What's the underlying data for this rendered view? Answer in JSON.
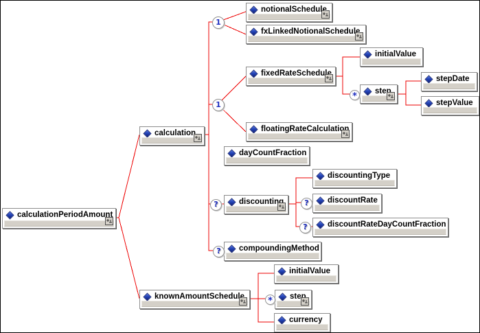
{
  "diagram_type": "xml-schema-content-model",
  "nodes": {
    "calculationPeriodAmount": "calculationPeriodAmount",
    "calculation": "calculation",
    "notionalSchedule": "notionalSchedule",
    "fxLinkedNotionalSchedule": "fxLinkedNotionalSchedule",
    "fixedRateSchedule": "fixedRateSchedule",
    "fixedInitialValue": "initialValue",
    "step": "step",
    "stepDate": "stepDate",
    "stepValue": "stepValue",
    "floatingRateCalculation": "floatingRateCalculation",
    "dayCountFraction": "dayCountFraction",
    "discounting": "discounting",
    "discountingType": "discountingType",
    "discountRate": "discountRate",
    "discountRateDayCountFraction": "discountRateDayCountFraction",
    "compoundingMethod": "compoundingMethod",
    "knownAmountSchedule": "knownAmountSchedule",
    "knownInitialValue": "initialValue",
    "knownStep": "step",
    "currency": "currency"
  },
  "badges": {
    "choiceNotional": "1",
    "choiceRate": "1",
    "optDiscounting": "?",
    "optDiscountRate": "?",
    "optDiscountRateDcf": "?",
    "optCompoundingMethod": "?",
    "repeatStep": "*",
    "repeatKnownStep": "*"
  },
  "hierarchy": {
    "calculationPeriodAmount": [
      "calculation",
      "knownAmountSchedule"
    ],
    "calculation": [
      "choice(1): notionalSchedule | fxLinkedNotionalSchedule",
      "choice(1): fixedRateSchedule | floatingRateCalculation",
      "dayCountFraction",
      "discounting (?)",
      "compoundingMethod (?)"
    ],
    "fixedRateSchedule": [
      "initialValue",
      "step (*)"
    ],
    "step": [
      "stepDate",
      "stepValue"
    ],
    "discounting": [
      "discountingType",
      "discountRate (?)",
      "discountRateDayCountFraction (?)"
    ],
    "knownAmountSchedule": [
      "initialValue",
      "step (*)",
      "currency"
    ]
  },
  "colors": {
    "connector": "#ee0000",
    "element_diamond": "#2444b8",
    "box_fill": "#ffffff",
    "box_band": "#d4d0c8",
    "box_border": "#8c8c8c",
    "badge_glyph": "#2030c0"
  }
}
